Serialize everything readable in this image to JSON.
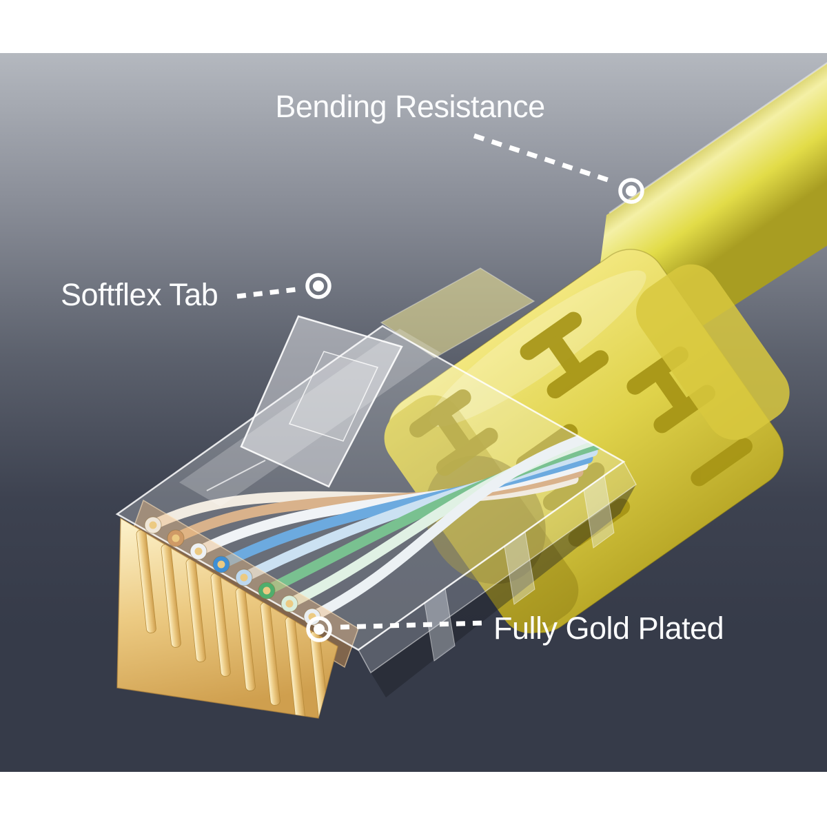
{
  "scene": {
    "subject": "Yellow RJ45 Ethernet patch cable connector close-up with feature callouts"
  },
  "callouts": [
    {
      "id": "bending-resistance",
      "label": "Bending Resistance",
      "target": "cable-jacket"
    },
    {
      "id": "softflex-tab",
      "label": "Softflex Tab",
      "target": "latch-tab"
    },
    {
      "id": "fully-gold-plated",
      "label": "Fully Gold Plated",
      "target": "gold-contacts"
    }
  ],
  "palette": {
    "page_bg": "#ffffff",
    "bg_top": "#b4b8bf",
    "bg_upper_mid": "#8b8f99",
    "bg_mid": "#5c616d",
    "bg_lower": "#3d4250",
    "bg_bottom": "#363b49",
    "callout": "#ffffff",
    "text": "#fbfcfd",
    "cable_edge": "#b9ae2a",
    "cable_highlight": "#f4f0a6",
    "cable_mid": "#e2dc48",
    "cable_shadow": "#a89d22",
    "boot_light": "#f2e77e",
    "boot_mid": "#dfd24a",
    "boot_dark": "#baa928",
    "boot_front_light": "#d8c83e",
    "boot_front_dark": "#a6951f",
    "boot_slot": "#a59314",
    "boot_mouth": "#877715",
    "gold_light": "#fdf3cd",
    "gold_mid": "#ecca82",
    "gold_dark": "#cf9f4e",
    "glass_fill": "rgba(248,250,253,0.25)",
    "glass_stroke": "rgba(255,255,255,0.85)"
  },
  "wires": [
    {
      "name": "white-orange",
      "color": "#efe6d8"
    },
    {
      "name": "orange",
      "color": "#cf9a66"
    },
    {
      "name": "white",
      "color": "#eef1f4"
    },
    {
      "name": "blue",
      "color": "#3e8fd6"
    },
    {
      "name": "white-blue",
      "color": "#bdd8ef"
    },
    {
      "name": "green",
      "color": "#4fae6d"
    },
    {
      "name": "white-green",
      "color": "#d9eedd"
    },
    {
      "name": "white-2",
      "color": "#e9eef2"
    }
  ]
}
